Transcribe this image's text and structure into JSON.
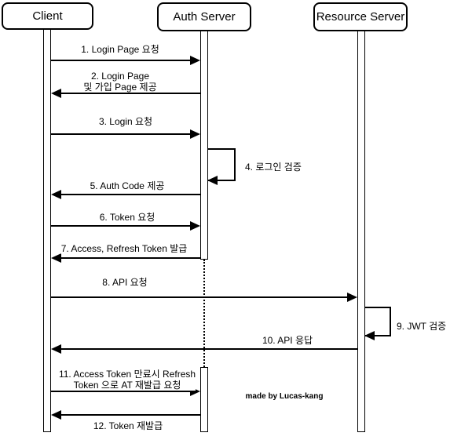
{
  "actors": [
    {
      "label": "Client"
    },
    {
      "label": "Auth Server"
    },
    {
      "label": "Resource Server"
    }
  ],
  "messages": [
    {
      "label": "1. Login Page 요청",
      "from": "Client",
      "to": "Auth Server",
      "arrow": "right"
    },
    {
      "lines": [
        "2. Login Page",
        "및 가입 Page 제공"
      ],
      "from": "Auth Server",
      "to": "Client",
      "arrow": "left"
    },
    {
      "label": "3. Login 요청",
      "from": "Client",
      "to": "Auth Server",
      "arrow": "right"
    },
    {
      "label": "4. 로그인 검증",
      "from": "Auth Server",
      "to": "Auth Server",
      "arrow": "self"
    },
    {
      "label": "5. Auth Code 제공",
      "from": "Auth Server",
      "to": "Client",
      "arrow": "left"
    },
    {
      "label": "6. Token 요청",
      "from": "Client",
      "to": "Auth Server",
      "arrow": "right"
    },
    {
      "label": "7. Access, Refresh Token 발급",
      "from": "Auth Server",
      "to": "Client",
      "arrow": "left"
    },
    {
      "label": "8. API 요청",
      "from": "Client",
      "to": "Resource Server",
      "arrow": "right"
    },
    {
      "label": "9. JWT 검증",
      "from": "Resource Server",
      "to": "Resource Server",
      "arrow": "self"
    },
    {
      "label": "10. API 응답",
      "from": "Resource Server",
      "to": "Client",
      "arrow": "left"
    },
    {
      "lines": [
        "11. Access Token 만료시 Refresh",
        "Token 으로 AT 재발급 요청"
      ],
      "from": "Client",
      "to": "Auth Server",
      "arrow": "right"
    },
    {
      "label": "12. Token 재발급",
      "from": "Auth Server",
      "to": "Client",
      "arrow": "left"
    }
  ],
  "note": {
    "text": "made by Lucas-kang"
  },
  "colors": {
    "background": "#ffffff",
    "stroke": "#000000",
    "text": "#000000"
  }
}
